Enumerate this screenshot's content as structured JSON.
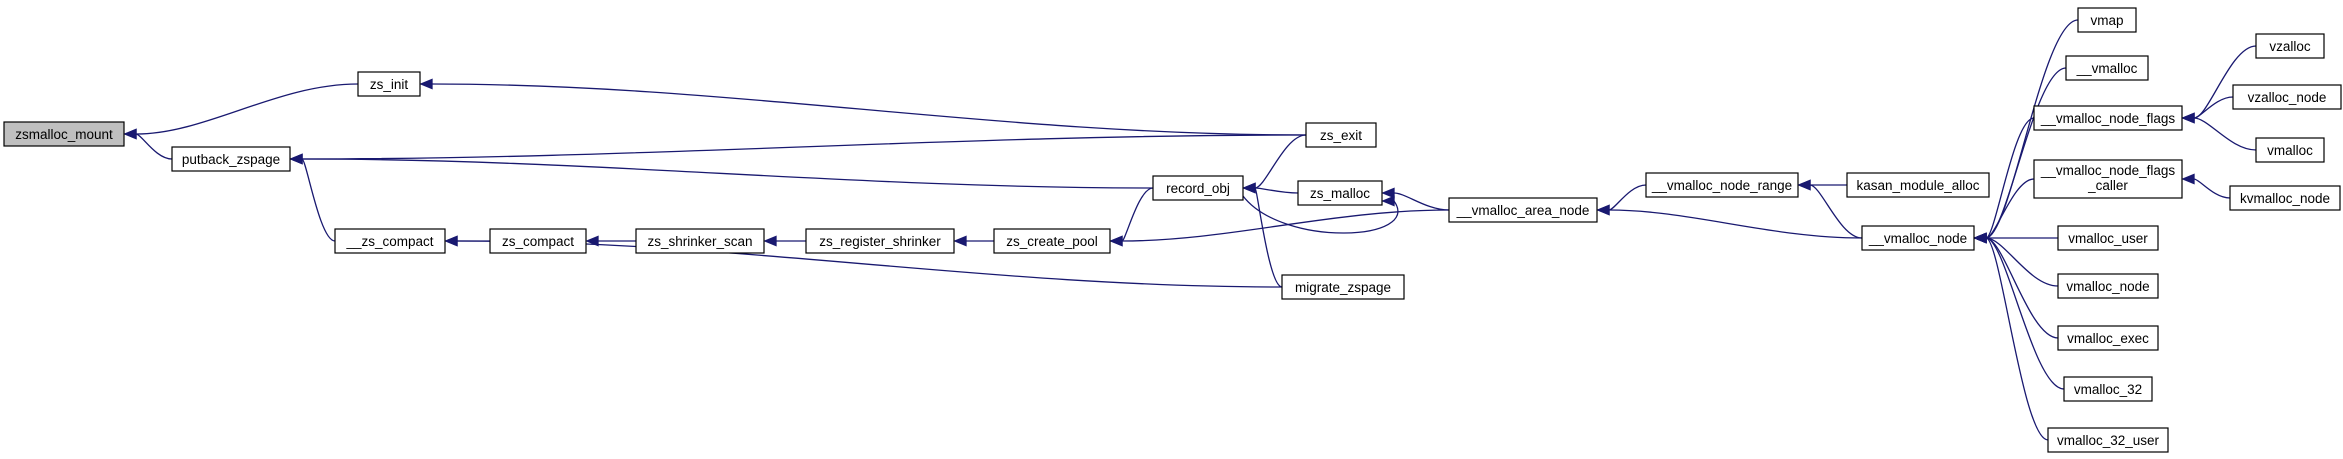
{
  "graph": {
    "colors": {
      "edge": "#191970",
      "node_fill": "#ffffff",
      "root_fill": "#bfbfbf",
      "node_border": "#000000"
    },
    "nodes": [
      {
        "id": "zsmalloc_mount",
        "label": "zsmalloc_mount",
        "root": true
      },
      {
        "id": "zs_init",
        "label": "zs_init"
      },
      {
        "id": "putback_zspage",
        "label": "putback_zspage"
      },
      {
        "id": "__zs_compact",
        "label": "__zs_compact"
      },
      {
        "id": "zs_compact",
        "label": "zs_compact"
      },
      {
        "id": "zs_shrinker_scan",
        "label": "zs_shrinker_scan"
      },
      {
        "id": "zs_register_shrinker",
        "label": "zs_register_shrinker"
      },
      {
        "id": "zs_create_pool",
        "label": "zs_create_pool"
      },
      {
        "id": "record_obj",
        "label": "record_obj"
      },
      {
        "id": "zs_malloc",
        "label": "zs_malloc"
      },
      {
        "id": "zs_exit",
        "label": "zs_exit"
      },
      {
        "id": "migrate_zspage",
        "label": "migrate_zspage"
      },
      {
        "id": "__vmalloc_area_node",
        "label": "__vmalloc_area_node"
      },
      {
        "id": "__vmalloc_node_range",
        "label": "__vmalloc_node_range"
      },
      {
        "id": "kasan_module_alloc",
        "label": "kasan_module_alloc"
      },
      {
        "id": "__vmalloc_node",
        "label": "__vmalloc_node"
      },
      {
        "id": "vmap",
        "label": "vmap"
      },
      {
        "id": "__vmalloc",
        "label": "__vmalloc"
      },
      {
        "id": "__vmalloc_node_flags",
        "label": "__vmalloc_node_flags"
      },
      {
        "id": "__vmalloc_node_flags_caller",
        "label": "__vmalloc_node_flags\n_caller"
      },
      {
        "id": "vmalloc_user",
        "label": "vmalloc_user"
      },
      {
        "id": "vmalloc_node",
        "label": "vmalloc_node"
      },
      {
        "id": "vmalloc_exec",
        "label": "vmalloc_exec"
      },
      {
        "id": "vmalloc_32",
        "label": "vmalloc_32"
      },
      {
        "id": "vmalloc_32_user",
        "label": "vmalloc_32_user"
      },
      {
        "id": "vzalloc",
        "label": "vzalloc"
      },
      {
        "id": "vzalloc_node",
        "label": "vzalloc_node"
      },
      {
        "id": "vmalloc",
        "label": "vmalloc"
      },
      {
        "id": "kvmalloc_node",
        "label": "kvmalloc_node"
      }
    ],
    "edges": [
      {
        "from": "zs_init",
        "to": "zsmalloc_mount"
      },
      {
        "from": "putback_zspage",
        "to": "zsmalloc_mount"
      },
      {
        "from": "zs_exit",
        "to": "zs_init"
      },
      {
        "from": "zs_exit",
        "to": "putback_zspage"
      },
      {
        "from": "record_obj",
        "to": "putback_zspage"
      },
      {
        "from": "__zs_compact",
        "to": "putback_zspage"
      },
      {
        "from": "zs_compact",
        "to": "__zs_compact"
      },
      {
        "from": "migrate_zspage",
        "to": "__zs_compact"
      },
      {
        "from": "zs_shrinker_scan",
        "to": "zs_compact"
      },
      {
        "from": "zs_register_shrinker",
        "to": "zs_shrinker_scan"
      },
      {
        "from": "zs_create_pool",
        "to": "zs_register_shrinker"
      },
      {
        "from": "record_obj",
        "to": "zs_create_pool"
      },
      {
        "from": "__vmalloc_area_node",
        "to": "zs_create_pool"
      },
      {
        "from": "zs_exit",
        "to": "record_obj"
      },
      {
        "from": "zs_malloc",
        "to": "record_obj"
      },
      {
        "from": "migrate_zspage",
        "to": "record_obj"
      },
      {
        "from": "record_obj",
        "to": "zs_malloc"
      },
      {
        "from": "__vmalloc_area_node",
        "to": "zs_malloc"
      },
      {
        "from": "__vmalloc_node_range",
        "to": "__vmalloc_area_node"
      },
      {
        "from": "__vmalloc_node",
        "to": "__vmalloc_area_node"
      },
      {
        "from": "kasan_module_alloc",
        "to": "__vmalloc_node_range"
      },
      {
        "from": "__vmalloc_node",
        "to": "__vmalloc_node_range"
      },
      {
        "from": "vmap",
        "to": "__vmalloc_node"
      },
      {
        "from": "__vmalloc",
        "to": "__vmalloc_node"
      },
      {
        "from": "__vmalloc_node_flags",
        "to": "__vmalloc_node"
      },
      {
        "from": "__vmalloc_node_flags_caller",
        "to": "__vmalloc_node"
      },
      {
        "from": "vmalloc_user",
        "to": "__vmalloc_node"
      },
      {
        "from": "vmalloc_node",
        "to": "__vmalloc_node"
      },
      {
        "from": "vmalloc_exec",
        "to": "__vmalloc_node"
      },
      {
        "from": "vmalloc_32",
        "to": "__vmalloc_node"
      },
      {
        "from": "vmalloc_32_user",
        "to": "__vmalloc_node"
      },
      {
        "from": "vzalloc",
        "to": "__vmalloc_node_flags"
      },
      {
        "from": "vzalloc_node",
        "to": "__vmalloc_node_flags"
      },
      {
        "from": "vmalloc",
        "to": "__vmalloc_node_flags"
      },
      {
        "from": "kvmalloc_node",
        "to": "__vmalloc_node_flags_caller"
      }
    ]
  }
}
